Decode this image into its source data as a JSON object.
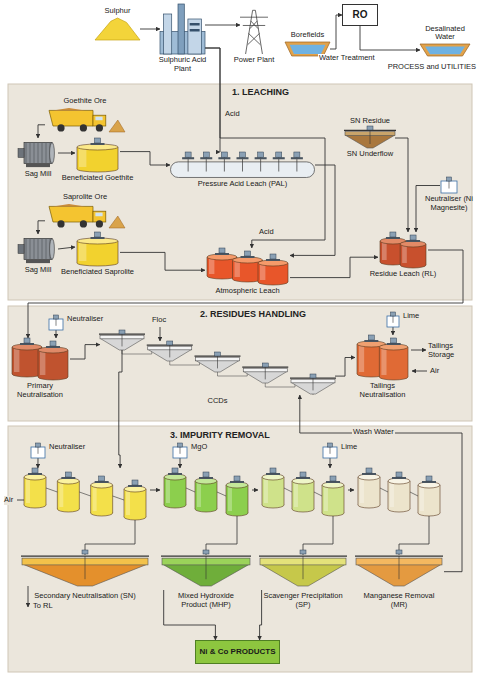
{
  "diagram": {
    "nodes": [
      {
        "text": [
          "Sulphur"
        ]
      },
      {
        "text": [
          "Sulphuric Acid Plant"
        ]
      },
      {
        "text": [
          "Power Plant"
        ]
      },
      {
        "text": [
          "Borefields"
        ]
      },
      {
        "text": [
          "RO"
        ]
      },
      {
        "text": [
          "Desalinated Water"
        ]
      },
      {
        "text": [
          "1. LEACHING"
        ]
      },
      {
        "text": [
          "Goethite Ore"
        ],
        "in": 6
      },
      {
        "text": [
          "Sag Mill"
        ],
        "in": 6
      },
      {
        "text": [
          "Beneficiated Goethite"
        ],
        "in": 6
      },
      {
        "text": [
          "Pressure Acid Leach (PAL)"
        ],
        "in": 6
      },
      {
        "text": [
          "Saprolite Ore"
        ],
        "in": 6
      },
      {
        "text": [
          "Sag Mill"
        ],
        "in": 6
      },
      {
        "text": [
          "Beneficiated Saprolite"
        ],
        "in": 6
      },
      {
        "text": [
          "Atmospheric Leach"
        ],
        "in": 6
      },
      {
        "text": [
          "SN Residue",
          "SN Underflow"
        ],
        "in": 6
      },
      {
        "text": [
          "Neutraliser (Ni Magnesite)"
        ],
        "in": 6
      },
      {
        "text": [
          "Residue Leach (RL)"
        ],
        "in": 6
      },
      {
        "text": [
          "2. RESIDUES HANDLING"
        ]
      },
      {
        "text": [
          "Neutraliser"
        ],
        "in": 18
      },
      {
        "text": [
          "Primary Neutralisation"
        ],
        "in": 18
      },
      {
        "text": [
          "CCDs"
        ],
        "in": 18
      },
      {
        "text": [
          "Lime"
        ],
        "in": 18
      },
      {
        "text": [
          "Tailings Neutralisation"
        ],
        "in": 18
      },
      {
        "text": [
          "3. IMPURITY REMOVAL"
        ]
      },
      {
        "text": [
          "Neutraliser"
        ],
        "in": 24
      },
      {
        "text": [
          "Secondary Neutralisation (SN)"
        ],
        "in": 24
      },
      {
        "text": [
          "MgO"
        ],
        "in": 24
      },
      {
        "text": [
          "Mixed Hydroxide Product (MHP)"
        ],
        "in": 24
      },
      {
        "text": [
          "Lime"
        ],
        "in": 24
      },
      {
        "text": [
          "Scavenger Precipitation (SP)"
        ],
        "in": 24
      },
      {
        "text": [
          "Manganese Removal (MR)"
        ],
        "in": 24
      },
      {
        "text": [
          "Ni & Co PRODUCTS"
        ],
        "in": 24
      }
    ],
    "edges": [
      {
        "from": 0,
        "to": 1,
        "arrow": "to"
      },
      {
        "from": 1,
        "to": 2,
        "arrow": "to"
      },
      {
        "from": 3,
        "to": 4,
        "arrow": "to"
      },
      {
        "from": 4,
        "to": 5,
        "label": "Water Treatment",
        "arrow": "to"
      },
      {
        "from": 1,
        "to": 10,
        "label": "Acid",
        "arrow": "to"
      },
      {
        "from": 1,
        "to": 14,
        "label": "Acid",
        "arrow": "to"
      },
      {
        "from": 7,
        "to": 8,
        "arrow": "to"
      },
      {
        "from": 8,
        "to": 9,
        "arrow": "to"
      },
      {
        "from": 9,
        "to": 10,
        "arrow": "to"
      },
      {
        "from": 11,
        "to": 12,
        "arrow": "to"
      },
      {
        "from": 12,
        "to": 13,
        "arrow": "to"
      },
      {
        "from": 13,
        "to": 14,
        "arrow": "to"
      },
      {
        "from": 10,
        "to": 14,
        "arrow": "to"
      },
      {
        "from": 14,
        "to": 17,
        "arrow": "to"
      },
      {
        "from": 15,
        "to": 17,
        "arrow": "to"
      },
      {
        "from": 16,
        "to": 17,
        "arrow": "to"
      },
      {
        "from": 17,
        "to": 20,
        "arrow": "to"
      },
      {
        "from": 19,
        "to": 20,
        "arrow": "to"
      },
      {
        "from": 20,
        "to": 21,
        "arrow": "to"
      },
      {
        "from": 21,
        "to": 23,
        "arrow": "to"
      },
      {
        "from": 22,
        "to": 23,
        "arrow": "to"
      },
      {
        "from": 21,
        "to": 26,
        "arrow": "to"
      },
      {
        "from": 25,
        "to": 26,
        "arrow": "to"
      },
      {
        "from": 26,
        "to": 28,
        "arrow": "to"
      },
      {
        "from": 27,
        "to": 28,
        "arrow": "to"
      },
      {
        "from": 28,
        "to": 30,
        "arrow": "to"
      },
      {
        "from": 29,
        "to": 30,
        "arrow": "to"
      },
      {
        "from": 30,
        "to": 31,
        "arrow": "to"
      },
      {
        "from": 31,
        "to": 21,
        "label": "Wash Water",
        "arrow": "to"
      },
      {
        "from": 28,
        "to": 32,
        "arrow": "to"
      },
      {
        "from": 30,
        "to": 32,
        "arrow": "to"
      }
    ],
    "labels": [
      "PROCESS and UTILITIES",
      "Floc",
      "Tailings Storage",
      "Air",
      "Air",
      "To RL"
    ]
  }
}
